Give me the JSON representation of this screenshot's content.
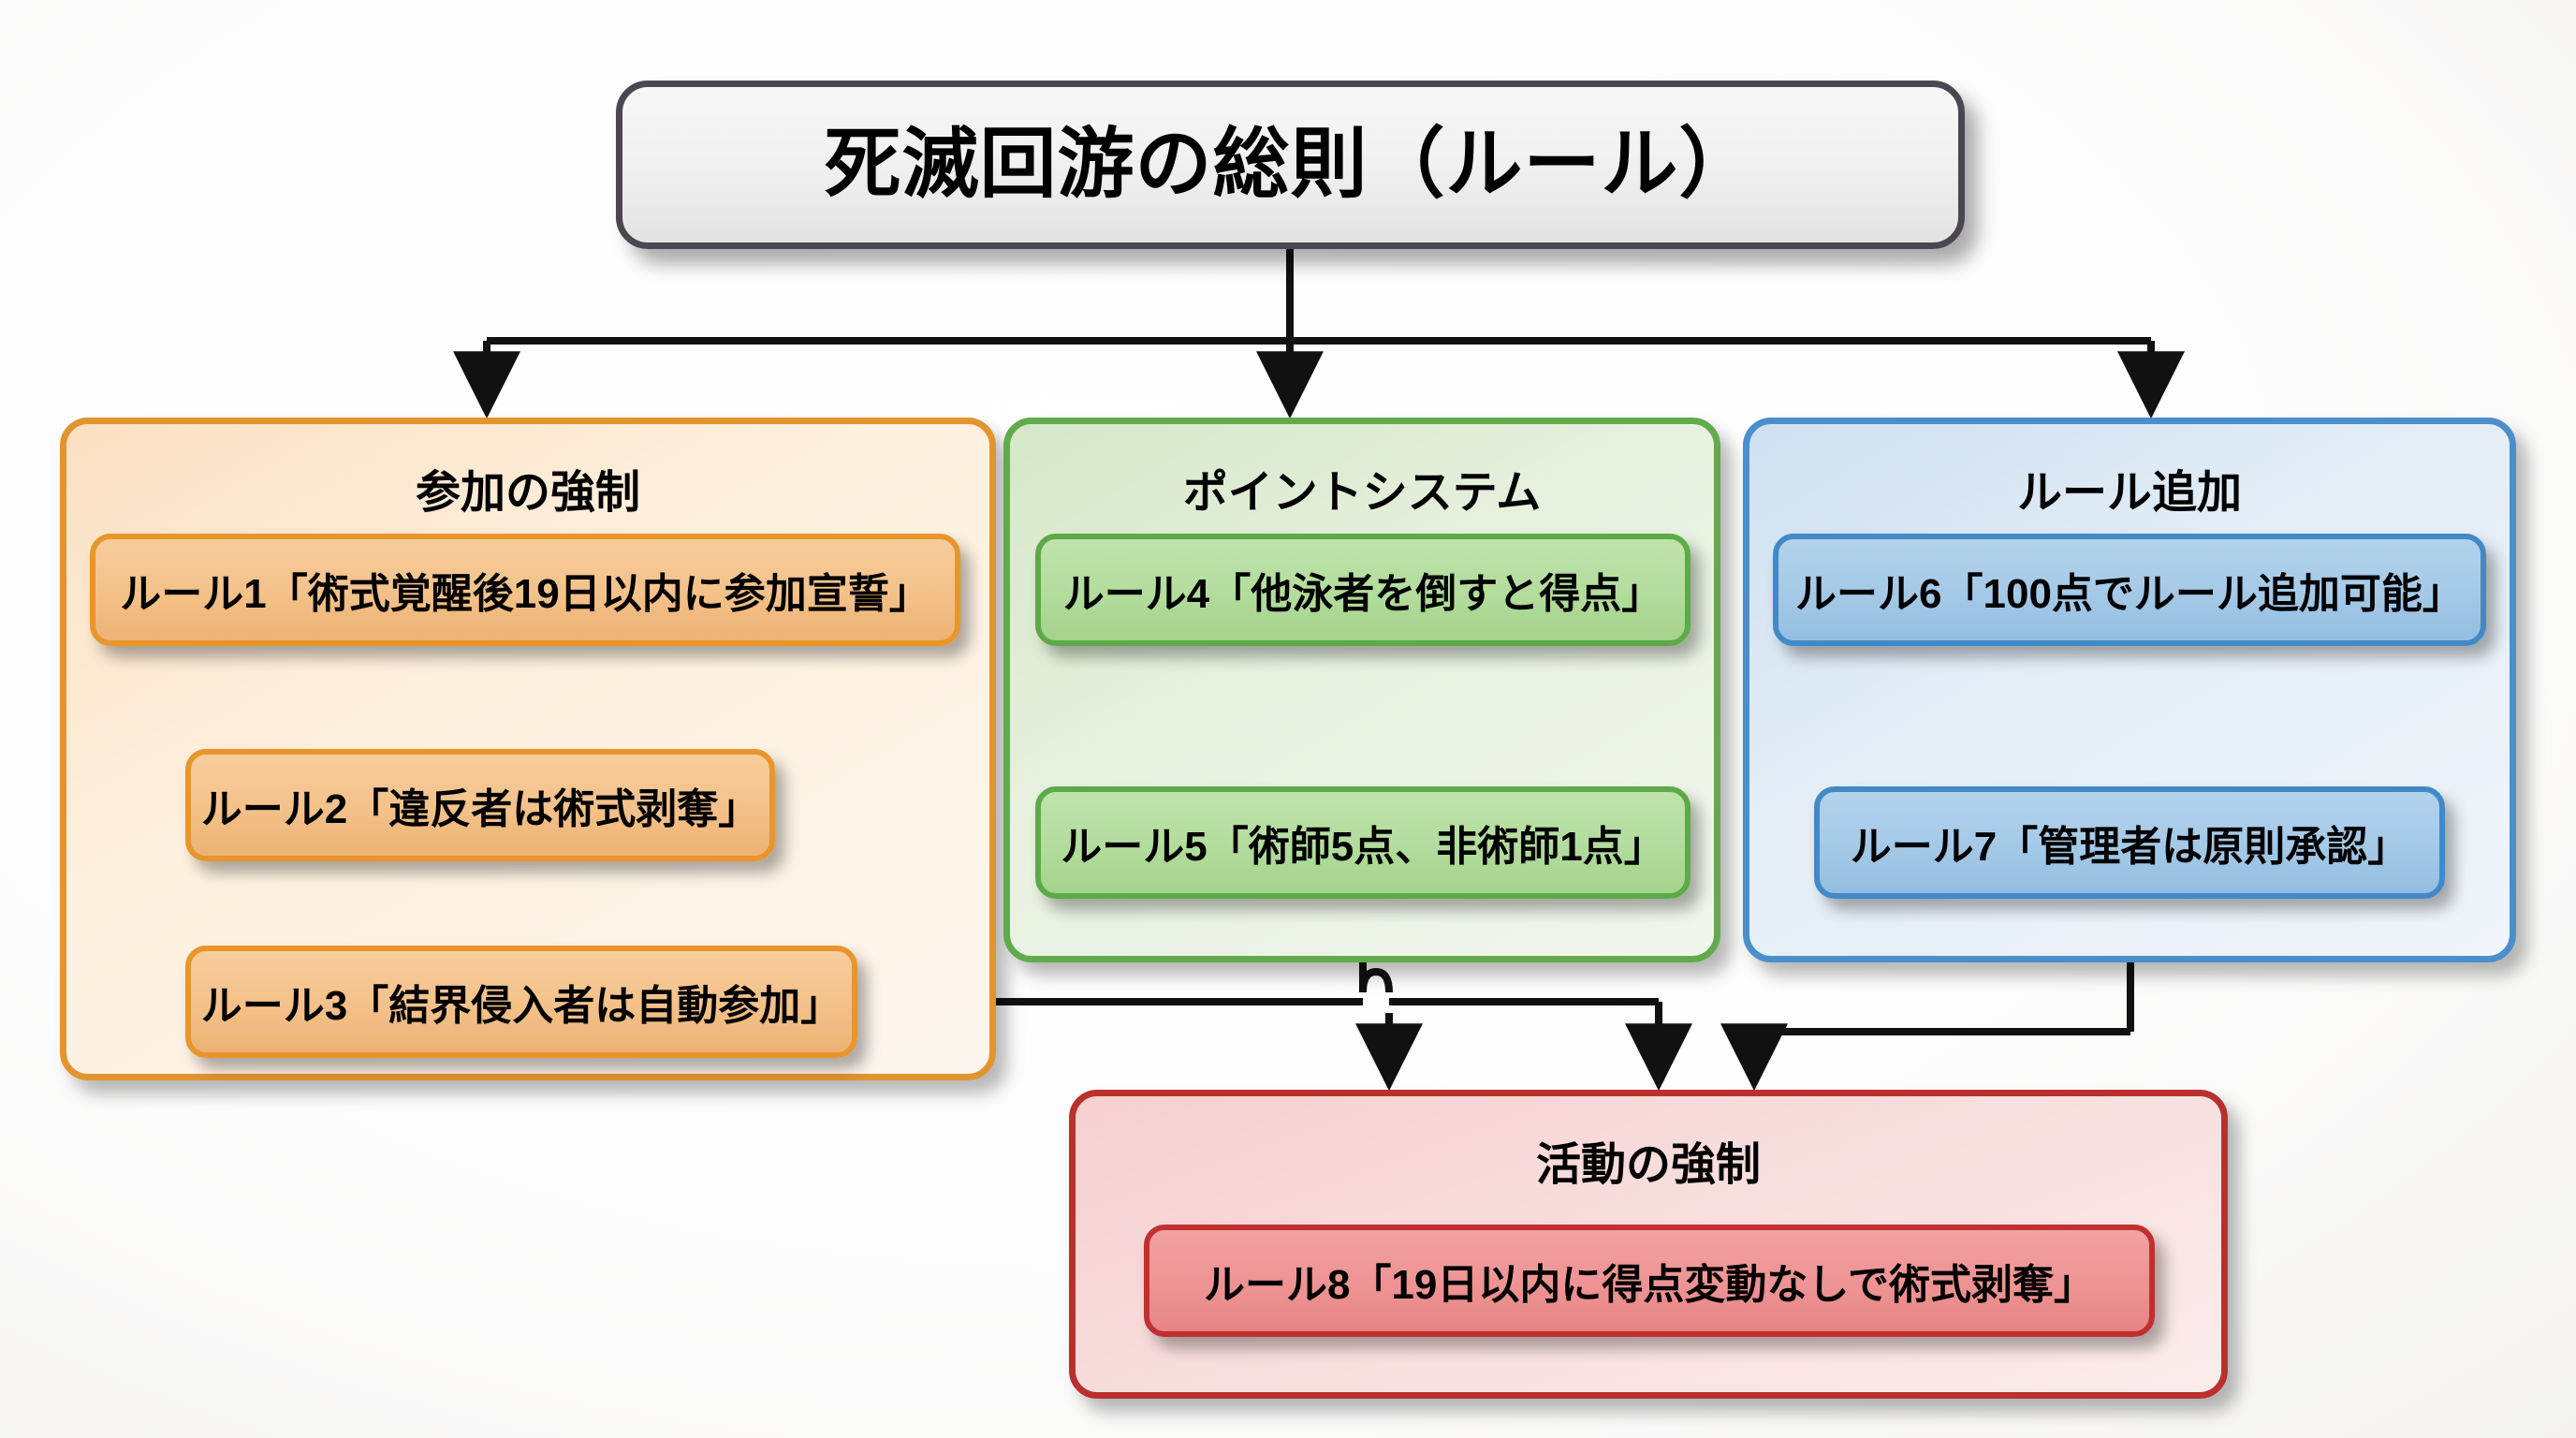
{
  "diagram": {
    "title": "死滅回游の総則（ルール）",
    "groups": [
      {
        "id": "orange",
        "label": "参加の強制",
        "accent": "#e3942e",
        "rules": [
          {
            "id": "r1",
            "text": "ルール1「術式覚醒後19日以内に参加宣誓」"
          },
          {
            "id": "r2",
            "text": "ルール2「違反者は術式剥奪」"
          },
          {
            "id": "r3",
            "text": "ルール3「結界侵入者は自動参加」"
          }
        ]
      },
      {
        "id": "green",
        "label": "ポイントシステム",
        "accent": "#62ab4c",
        "rules": [
          {
            "id": "r4",
            "text": "ルール4「他泳者を倒すと得点」"
          },
          {
            "id": "r5",
            "text": "ルール5「術師5点、非術師1点」"
          }
        ]
      },
      {
        "id": "blue",
        "label": "ルール追加",
        "accent": "#4a8fcb",
        "rules": [
          {
            "id": "r6",
            "text": "ルール6「100点でルール追加可能」"
          },
          {
            "id": "r7",
            "text": "ルール7「管理者は原則承認」"
          }
        ]
      },
      {
        "id": "red",
        "label": "活動の強制",
        "accent": "#b9302f",
        "rules": [
          {
            "id": "r8",
            "text": "ルール8「19日以内に得点変動なしで術式剥奪」"
          }
        ]
      }
    ],
    "connector_color": "#111111"
  }
}
